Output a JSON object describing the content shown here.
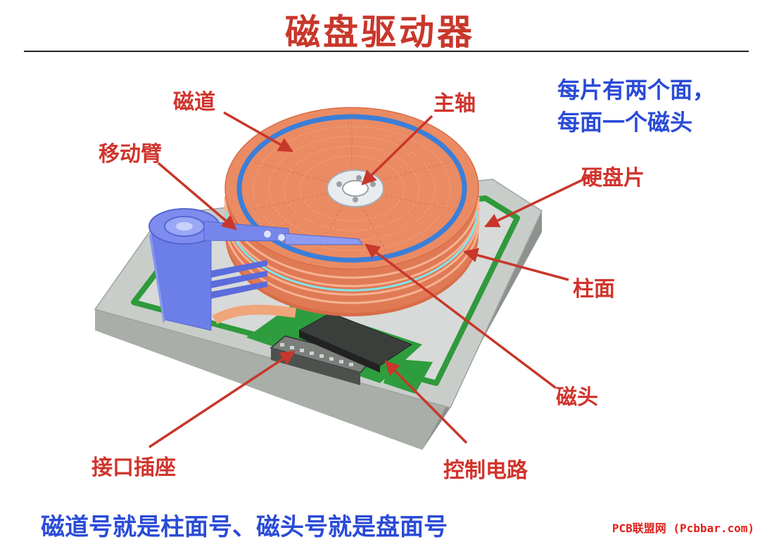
{
  "title": "磁盘驱动器",
  "note": {
    "line1": "每片有两个面，",
    "line2": "每面一个磁头"
  },
  "labels": {
    "track": "磁道",
    "spindle": "主轴",
    "arm": "移动臂",
    "platter": "硬盘片",
    "cylinder": "柱面",
    "head": "磁头",
    "connector": "接口插座",
    "controller": "控制电路"
  },
  "caption": "磁道号就是柱面号、磁头号就是盘面号",
  "watermark": "PCB联盟网 (Pcbbar.com)",
  "colors": {
    "label_red": "#d0342c",
    "note_blue": "#2a4bd7",
    "platter": "#e8845f",
    "track_blue": "#3a7fd9",
    "arm_blue": "#6f7fe8",
    "board_green": "#2e9d3e",
    "chassis_gray": "#c9cdca"
  }
}
